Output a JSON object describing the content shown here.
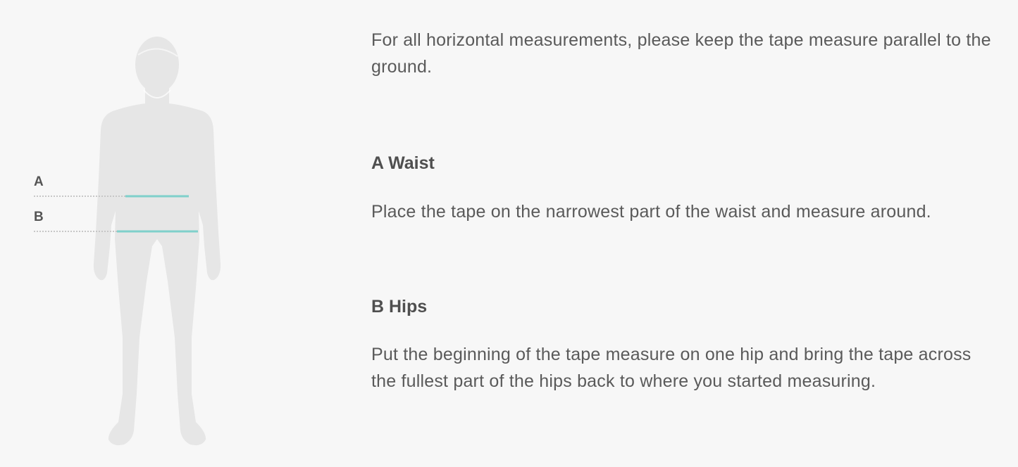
{
  "figure": {
    "markers": [
      {
        "label": "A",
        "color": "#7fd0cb"
      },
      {
        "label": "B",
        "color": "#7fd0cb"
      }
    ],
    "silhouette_color": "#e6e6e6"
  },
  "content": {
    "intro": "For all horizontal measurements, please keep the tape measure parallel to the ground.",
    "sections": [
      {
        "title": "A Waist",
        "text": "Place the tape on the narrowest part of the waist and measure around."
      },
      {
        "title": "B Hips",
        "text": "Put the beginning of the tape measure on one hip and bring the tape across the fullest part of the hips back to where you started measuring."
      }
    ]
  }
}
